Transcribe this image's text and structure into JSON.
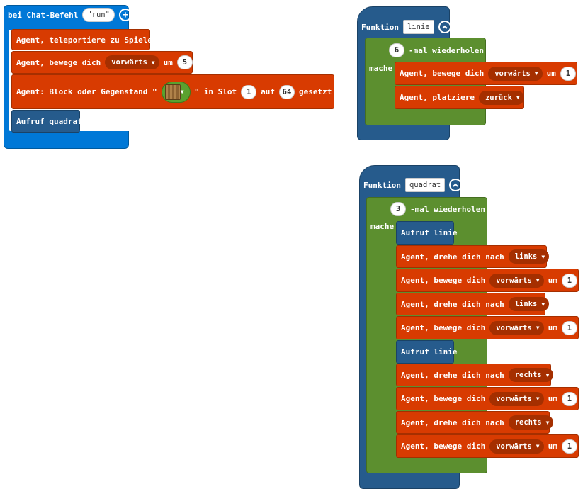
{
  "colors": {
    "event": "#0078d7",
    "agent": "#d83b01",
    "function": "#265b8c",
    "loop": "#5c8f2f"
  },
  "event_stack": {
    "header_label": "bei Chat-Befehl",
    "command": "\"run\"",
    "add_icon": "plus-circle-icon",
    "blocks": {
      "teleport": "Agent, teleportiere zu Spieler",
      "move_label": "Agent, bewege dich",
      "move_dir": "vorwärts",
      "move_um": "um",
      "move_val": "5",
      "setitem_label": "Agent: Block oder Gegenstand \"",
      "setitem_item_icon": "wood-planks-block-icon",
      "setitem_slot_label": "\" in Slot",
      "setitem_slot": "1",
      "setitem_auf": "auf",
      "setitem_count": "64",
      "setitem_set": "gesetzt",
      "call": "Aufruf quadrat"
    }
  },
  "func_linie": {
    "label": "Funktion",
    "name": "linie",
    "collapse_icon": "chevron-up-circle-icon",
    "repeat_count": "6",
    "repeat_label": "-mal wiederholen",
    "mache": "mache",
    "move_label": "Agent, bewege dich",
    "move_dir": "vorwärts",
    "move_um": "um",
    "move_val": "1",
    "place_label": "Agent, platziere",
    "place_dir": "zurück"
  },
  "func_quadrat": {
    "label": "Funktion",
    "name": "quadrat",
    "collapse_icon": "chevron-up-circle-icon",
    "repeat_count": "3",
    "repeat_label": "-mal wiederholen",
    "mache": "mache",
    "call_linie": "Aufruf linie",
    "turn_label": "Agent, drehe dich nach",
    "turn_links": "links",
    "turn_rechts": "rechts",
    "move_label": "Agent, bewege dich",
    "move_dir": "vorwärts",
    "move_um": "um",
    "move_val": "1"
  }
}
